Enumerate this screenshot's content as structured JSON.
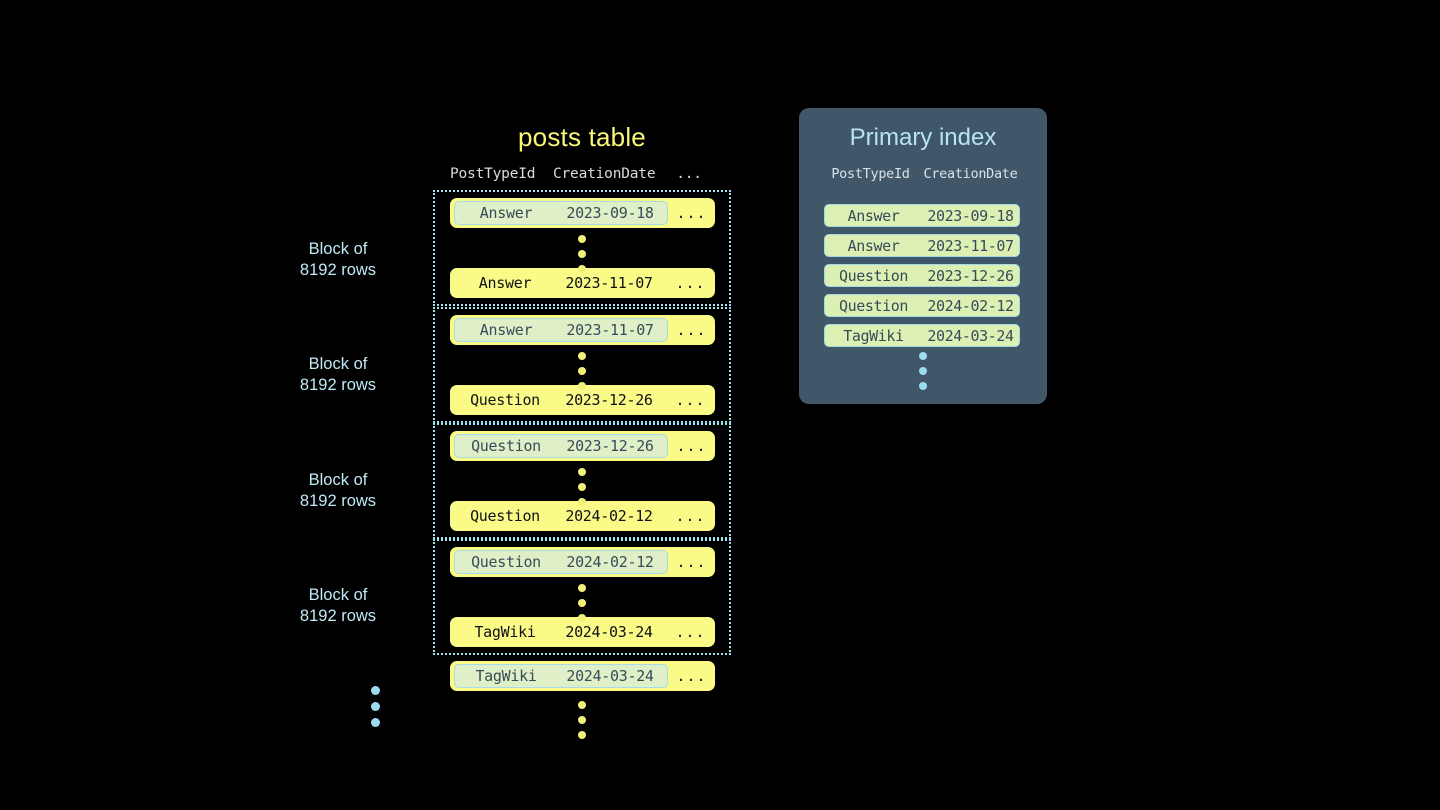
{
  "posts_table": {
    "title": "posts table",
    "columns": {
      "post_type_id": "PostTypeId",
      "creation_date": "CreationDate",
      "more": "..."
    },
    "row_more": "...",
    "blocks": [
      {
        "label_line1": "Block of",
        "label_line2": "8192 rows",
        "first_row": {
          "post_type_id": "Answer",
          "creation_date": "2023-09-18",
          "highlighted": true
        },
        "last_row": {
          "post_type_id": "Answer",
          "creation_date": "2023-11-07",
          "highlighted": false
        }
      },
      {
        "label_line1": "Block of",
        "label_line2": "8192 rows",
        "first_row": {
          "post_type_id": "Answer",
          "creation_date": "2023-11-07",
          "highlighted": true
        },
        "last_row": {
          "post_type_id": "Question",
          "creation_date": "2023-12-26",
          "highlighted": false
        }
      },
      {
        "label_line1": "Block of",
        "label_line2": "8192 rows",
        "first_row": {
          "post_type_id": "Question",
          "creation_date": "2023-12-26",
          "highlighted": true
        },
        "last_row": {
          "post_type_id": "Question",
          "creation_date": "2024-02-12",
          "highlighted": false
        }
      },
      {
        "label_line1": "Block of",
        "label_line2": "8192 rows",
        "first_row": {
          "post_type_id": "Question",
          "creation_date": "2024-02-12",
          "highlighted": true
        },
        "last_row": {
          "post_type_id": "TagWiki",
          "creation_date": "2024-03-24",
          "highlighted": false
        }
      }
    ],
    "trailing_row": {
      "post_type_id": "TagWiki",
      "creation_date": "2024-03-24",
      "highlighted": true
    }
  },
  "primary_index": {
    "title": "Primary index",
    "columns": {
      "post_type_id": "PostTypeId",
      "creation_date": "CreationDate"
    },
    "rows": [
      {
        "post_type_id": "Answer",
        "creation_date": "2023-09-18"
      },
      {
        "post_type_id": "Answer",
        "creation_date": "2023-11-07"
      },
      {
        "post_type_id": "Question",
        "creation_date": "2023-12-26"
      },
      {
        "post_type_id": "Question",
        "creation_date": "2024-02-12"
      },
      {
        "post_type_id": "TagWiki",
        "creation_date": "2024-03-24"
      }
    ]
  },
  "colors": {
    "background": "#000000",
    "row_yellow": "#fafa87",
    "highlight_mint": "#dff0c9",
    "index_panel": "#40576a",
    "index_row": "#ddf0b4",
    "accent_cyan": "#9ddcf0",
    "title_yellow": "#f7f779"
  }
}
